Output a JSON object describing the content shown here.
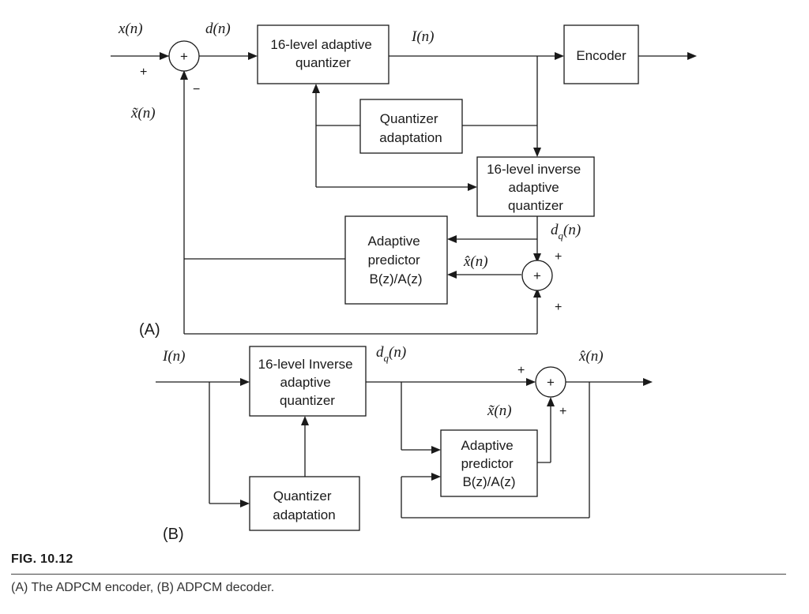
{
  "encoder": {
    "panel_label": "(A)",
    "signals": {
      "input": "x(n)",
      "error": "d(n)",
      "code": "I(n)",
      "estimate": "x̃(n)",
      "quantized_error": "d",
      "quantized_error_sub": "q",
      "quantized_error_arg": "(n)",
      "reconstructed": "x̂(n)"
    },
    "blocks": {
      "quantizer": [
        "16-level adaptive",
        "quantizer"
      ],
      "encoder": "Encoder",
      "adaptation": [
        "Quantizer",
        "adaptation"
      ],
      "inverse_quantizer": [
        "16-level inverse",
        "adaptive",
        "quantizer"
      ],
      "predictor": [
        "Adaptive",
        "predictor",
        "B(z)/A(z)"
      ]
    },
    "signs": {
      "input_plus": "+",
      "feedback_minus": "−",
      "dq_plus": "+",
      "pred_plus": "+"
    },
    "sum_symbol": "+"
  },
  "decoder": {
    "panel_label": "(B)",
    "signals": {
      "code": "I(n)",
      "quantized_error": "d",
      "quantized_error_sub": "q",
      "quantized_error_arg": "(n)",
      "output": "x̂(n)",
      "estimate": "x̃(n)"
    },
    "blocks": {
      "inverse_quantizer": [
        "16-level Inverse",
        "adaptive",
        "quantizer"
      ],
      "adaptation": [
        "Quantizer",
        "adaptation"
      ],
      "predictor": [
        "Adaptive",
        "predictor",
        "B(z)/A(z)"
      ]
    },
    "signs": {
      "dq_plus": "+",
      "pred_plus": "+"
    },
    "sum_symbol": "+"
  },
  "caption": {
    "figure_number": "FIG. 10.12",
    "text": "(A) The ADPCM encoder, (B) ADPCM decoder."
  }
}
